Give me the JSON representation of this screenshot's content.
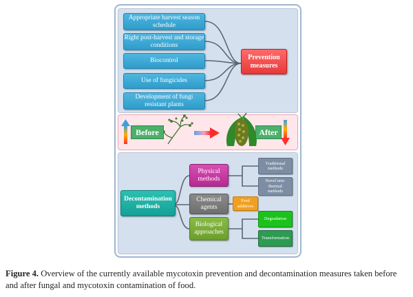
{
  "prevention": {
    "items": [
      "Appropriate harvest season schedule",
      "Right post-harvest and storage conditions",
      "Biocontrol",
      "Use of fungicides",
      "Development of fungi resistant plants"
    ],
    "hub": "Prevention measures"
  },
  "timeline": {
    "before": "Before",
    "after": "After"
  },
  "decontamination": {
    "hub": "Decontamination methods",
    "physical": {
      "label": "Physical methods",
      "children": [
        "Traditional methods",
        "Novel non-thermal methods"
      ]
    },
    "chemical": {
      "label": "Chemical agents",
      "children": [
        "Feed additives"
      ]
    },
    "biological": {
      "label": "Biological approaches",
      "children": [
        "Degradation",
        "Transformation"
      ]
    }
  },
  "caption": {
    "label": "Figure 4.",
    "text": "Overview of the currently available mycotoxin prevention and decontamination measures taken before and after fungal and mycotoxin contamination of food."
  },
  "colors": {
    "blue_box": "#3aa7d3",
    "red_box": "#f04848",
    "teal_box": "#1fb0a4",
    "magenta_box": "#c43aa2",
    "grey_box": "#7d7d7d",
    "olive_box": "#7aad38",
    "orange_box": "#f0a020",
    "green_box": "#1cc21c",
    "panel_bg": "#d4e0ee"
  }
}
